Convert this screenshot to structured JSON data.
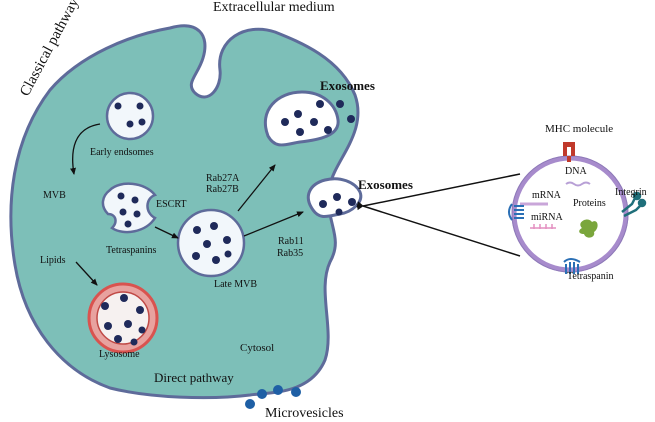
{
  "labels": {
    "extracellular": "Extracellular medium",
    "classical": "Classical pathway",
    "early": "Early endsomes",
    "mvb": "MVB",
    "escrt": "ESCRT",
    "lipids": "Lipids",
    "tetraspanins": "Tetraspanins",
    "rab27a": "Rab27A",
    "rab27b": "Rab27B",
    "exosomes_top": "Exosomes",
    "exosomes_mid": "Exosomes",
    "rab11": "Rab11",
    "rab35": "Rab35",
    "late_mvb": "Late MVB",
    "lysosome": "Lysosome",
    "cytosol": "Cytosol",
    "direct": "Direct pathway",
    "microvesicles": "Microvesicles",
    "mhc": "MHC molecule",
    "dna": "DNA",
    "mrna": "mRNA",
    "integrin": "Integrin",
    "mirna": "miRNA",
    "proteins": "Proteins",
    "tetraspanin": "Tetraspanin"
  },
  "colors": {
    "cytoplasm": "#7dbfb8",
    "cell_outline": "#5e6b9a",
    "vesicle_fill": "#f2f7fb",
    "cargo": "#1f2a5a",
    "lysosome_ring": "#d9534f",
    "exosome_membrane": "#a78bcc",
    "mrna_strand": "#c9a6d9",
    "mirna_strand": "#e48fc0",
    "protein": "#7aa63c",
    "mhc": "#c0392b",
    "tetraspanin_marker": "#2a6fb5",
    "integrin": "#1f6f7a",
    "microvesicle": "#1e5fa5"
  },
  "icons": [
    "mhc-molecule-icon",
    "integrin-icon",
    "tetraspanin-icon",
    "protein-icon",
    "mrna-icon",
    "mirna-icon",
    "dna-icon"
  ]
}
